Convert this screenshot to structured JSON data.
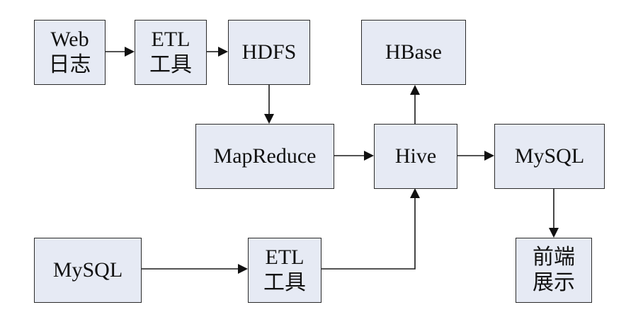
{
  "diagram": {
    "nodes": {
      "web_log": {
        "line1": "Web",
        "line2": "日志"
      },
      "etl_top": {
        "line1": "ETL",
        "line2": "工具"
      },
      "hdfs": {
        "label": "HDFS"
      },
      "hbase": {
        "label": "HBase"
      },
      "mapreduce": {
        "label": "MapReduce"
      },
      "hive": {
        "label": "Hive"
      },
      "mysql_right": {
        "label": "MySQL"
      },
      "mysql_left": {
        "label": "MySQL"
      },
      "etl_bottom": {
        "line1": "ETL",
        "line2": "工具"
      },
      "frontend": {
        "line1": "前端",
        "line2": "展示"
      }
    },
    "edges": [
      {
        "from": "web_log",
        "to": "etl_top"
      },
      {
        "from": "etl_top",
        "to": "hdfs"
      },
      {
        "from": "hdfs",
        "to": "mapreduce"
      },
      {
        "from": "mapreduce",
        "to": "hive"
      },
      {
        "from": "hive",
        "to": "hbase"
      },
      {
        "from": "hive",
        "to": "mysql_right"
      },
      {
        "from": "mysql_right",
        "to": "frontend"
      },
      {
        "from": "mysql_left",
        "to": "etl_bottom"
      },
      {
        "from": "etl_bottom",
        "to": "hive"
      }
    ],
    "colors": {
      "node_fill": "#e6eaf4",
      "node_border": "#2b2b2b",
      "edge": "#1a1a1a"
    }
  }
}
